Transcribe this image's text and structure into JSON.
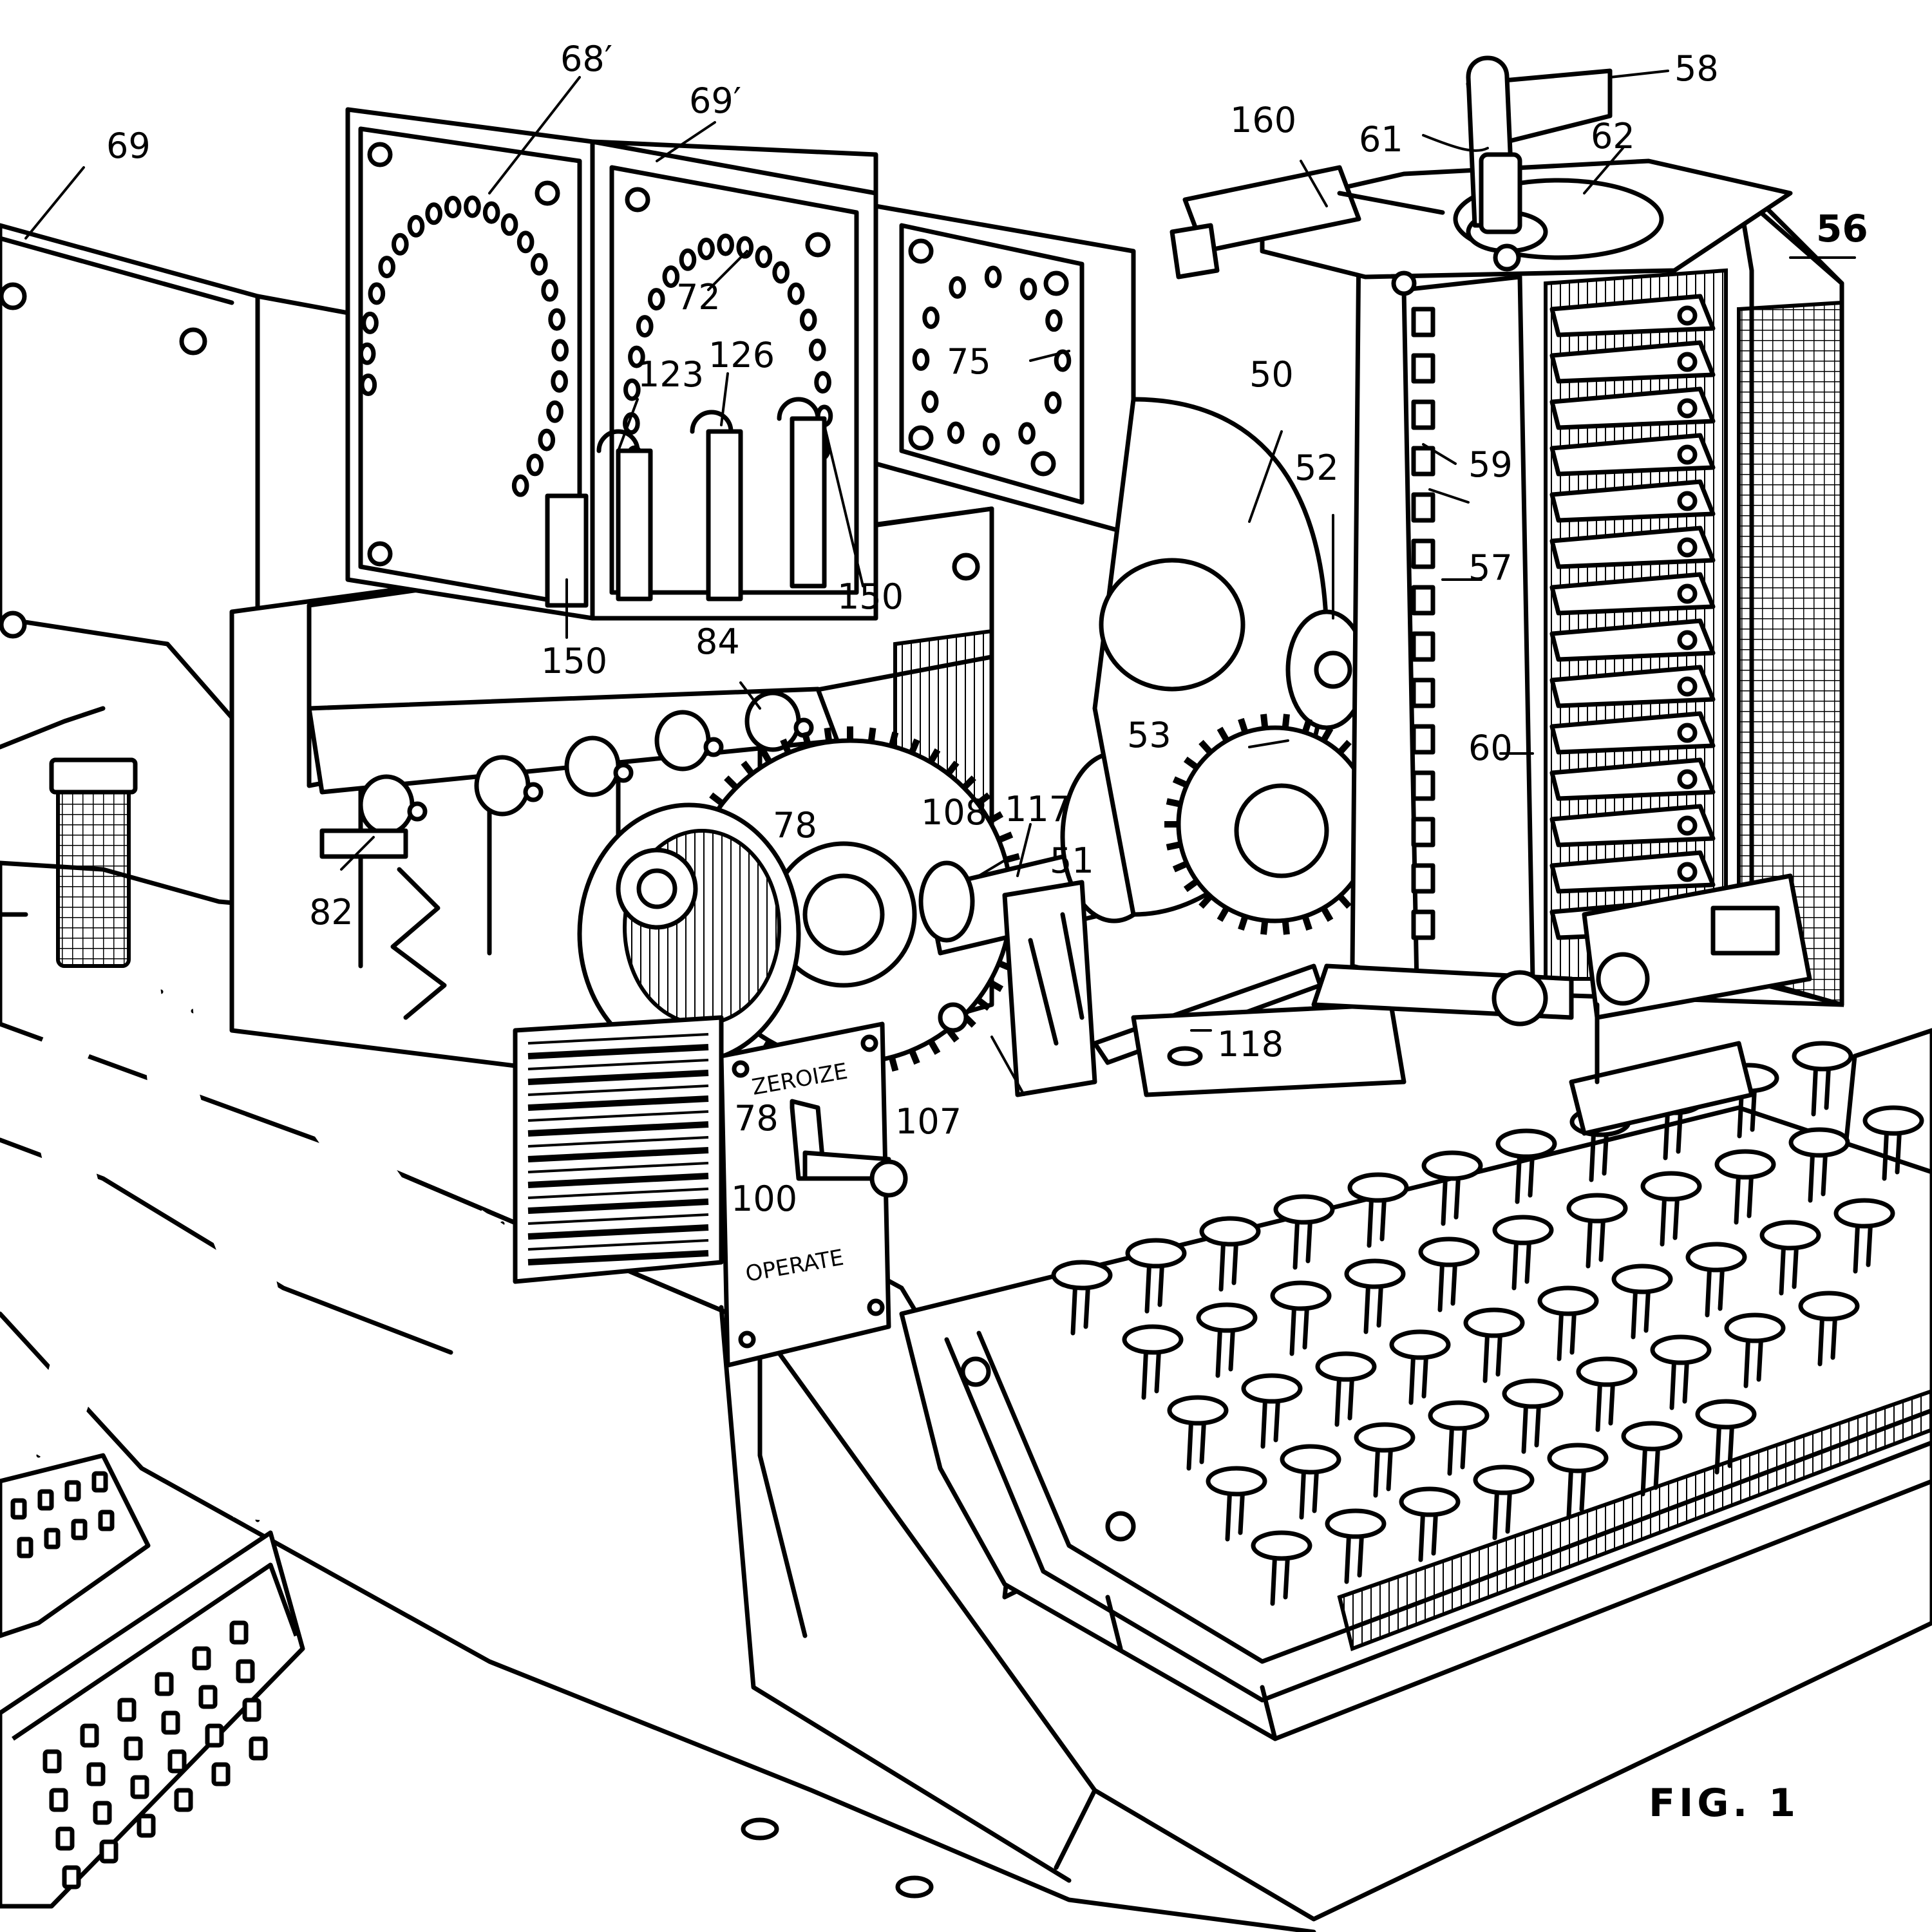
{
  "figure": {
    "caption": "FIG. 1"
  },
  "panel": {
    "top_text": "ZEROIZE",
    "bottom_text": "OPERATE"
  },
  "labels": {
    "l69": "69",
    "l68p": "68′",
    "l69p": "69′",
    "l72": "72",
    "l75": "75",
    "l123": "123",
    "l126": "126",
    "l150a": "150",
    "l150b": "150",
    "l84": "84",
    "l82": "82",
    "l78a": "78",
    "l78b": "78",
    "l100": "100",
    "l108": "108",
    "l117": "117",
    "l51": "51",
    "l107": "107",
    "l118": "118",
    "l50": "50",
    "l52": "52",
    "l53": "53",
    "l160": "160",
    "l61": "61",
    "l58": "58",
    "l62": "62",
    "l56": "56",
    "l59": "59",
    "l57": "57",
    "l60": "60"
  }
}
